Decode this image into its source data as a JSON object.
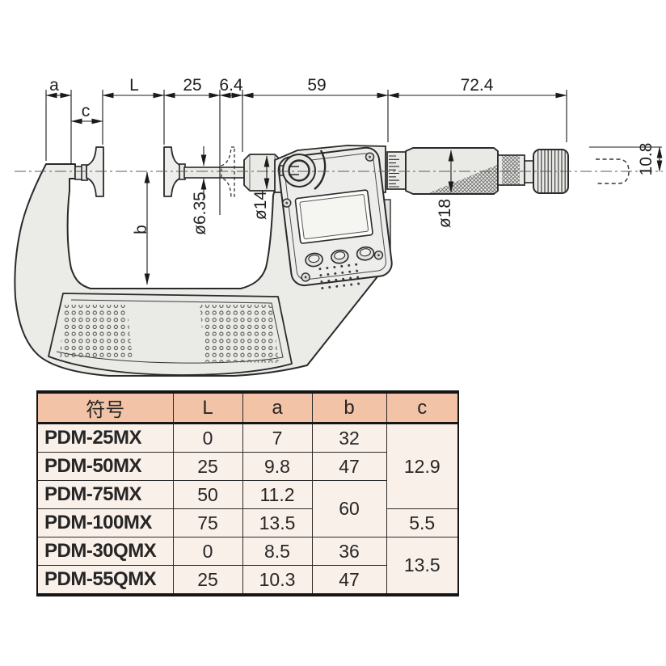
{
  "image": {
    "kind": "engineering dimension drawing of a digital disc micrometer with specification table"
  },
  "diagram": {
    "dim_labels": {
      "a": "a",
      "c": "c",
      "L": "L",
      "d25": "25",
      "d6_4": "6.4",
      "d59": "59",
      "d72_4": "72.4",
      "b": "b",
      "dia6_35": "ø6.35",
      "dia14": "ø14",
      "dia18": "ø18",
      "d10_8": "10.8"
    },
    "colors": {
      "body_fill": "#ebebe8",
      "outline": "#2a2a2a",
      "dimension_line": "#1a1a1a",
      "centerline": "#5a5a5a"
    }
  },
  "table": {
    "headers": [
      "符号",
      "L",
      "a",
      "b",
      "c"
    ],
    "rows": [
      {
        "model": "PDM-25MX",
        "L": "0",
        "a": "7",
        "b": "32",
        "c": "12.9"
      },
      {
        "model": "PDM-50MX",
        "L": "25",
        "a": "9.8",
        "b": "47"
      },
      {
        "model": "PDM-75MX",
        "L": "50",
        "a": "11.2",
        "b": "60"
      },
      {
        "model": "PDM-100MX",
        "L": "75",
        "a": "13.5",
        "c": "5.5"
      },
      {
        "model": "PDM-30QMX",
        "L": "0",
        "a": "8.5",
        "b": "36",
        "c": "13.5"
      },
      {
        "model": "PDM-55QMX",
        "L": "25",
        "a": "10.3",
        "b": "47"
      }
    ],
    "colors": {
      "header_bg": "#f2c3a7",
      "row_bg": "#faf0ea",
      "border": "#151515",
      "text": "#262626"
    }
  }
}
